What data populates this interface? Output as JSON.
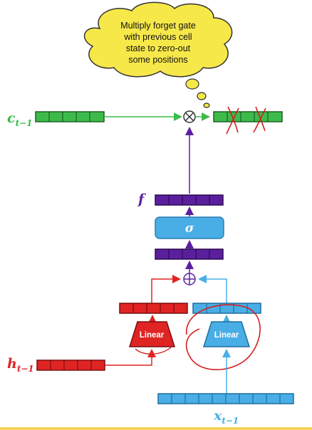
{
  "cloud": {
    "lines": [
      "Multiply forget gate",
      "with previous cell",
      "state to zero-out",
      "some positions"
    ]
  },
  "labels": {
    "c_main": "c",
    "c_sub": "t−1",
    "f": "f",
    "sigma": "σ",
    "h_main": "h",
    "h_sub": "t−1",
    "x_main": "x",
    "x_sub": "t−1",
    "linear_h": "Linear",
    "linear_x": "Linear"
  },
  "colors": {
    "cell": "#3dbb4a",
    "forget": "#5b1f9e",
    "sigma_box": "#4aaee6",
    "hidden": "#e02424",
    "input": "#4aaee6",
    "cloud": "#f7e84a",
    "annotation": "#d42020"
  },
  "icons": {
    "multiply": "circle-times-icon",
    "add": "circle-plus-icon",
    "cross": "red-x-mark-icon"
  }
}
